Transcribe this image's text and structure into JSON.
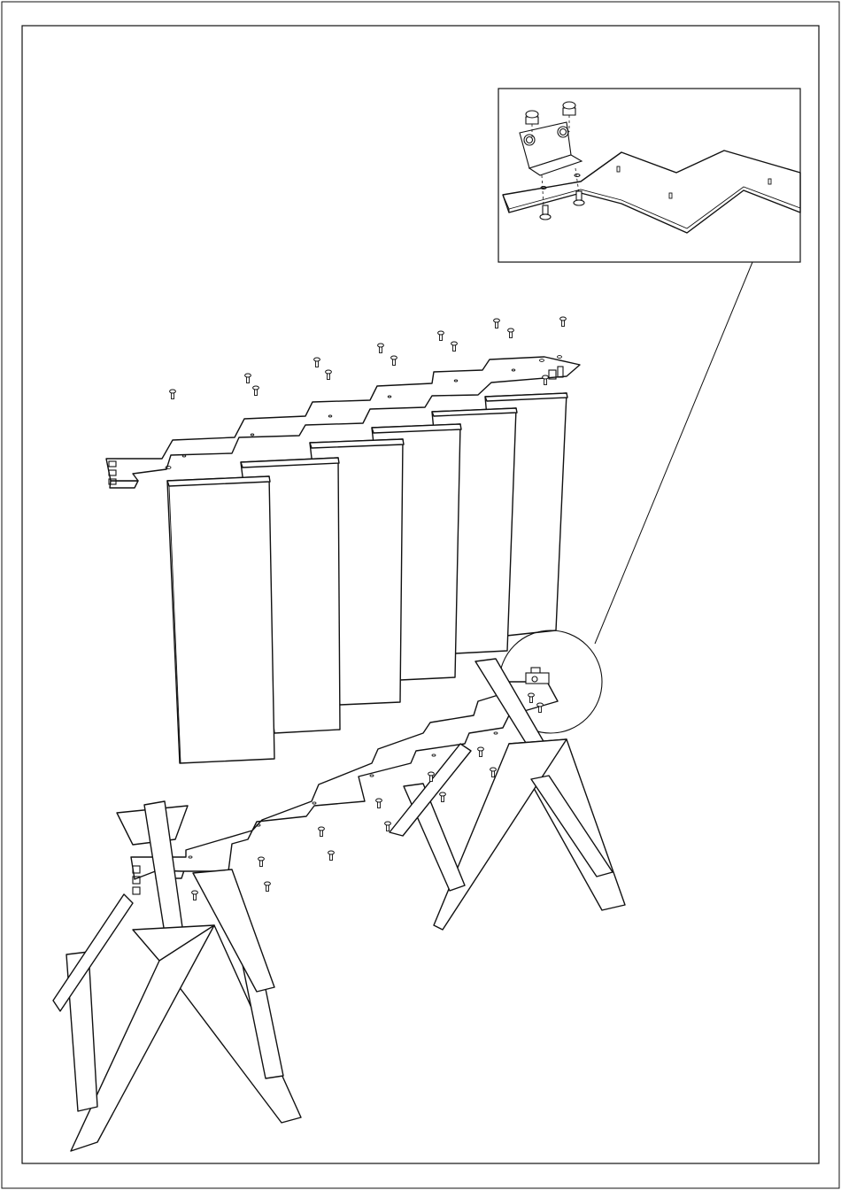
{
  "sheet": {
    "type": "assembly-instruction",
    "text": [],
    "icons": [
      "sawhorse-icon",
      "top-rail-icon",
      "bottom-rail-icon",
      "slat-icon",
      "screw-icon",
      "bracket-icon",
      "detail-callout-icon"
    ]
  },
  "assembly": {
    "slat_count": 6,
    "sawhorse_count": 2,
    "loose_screw_count_top": 13,
    "loose_screw_count_bottom": 13
  }
}
